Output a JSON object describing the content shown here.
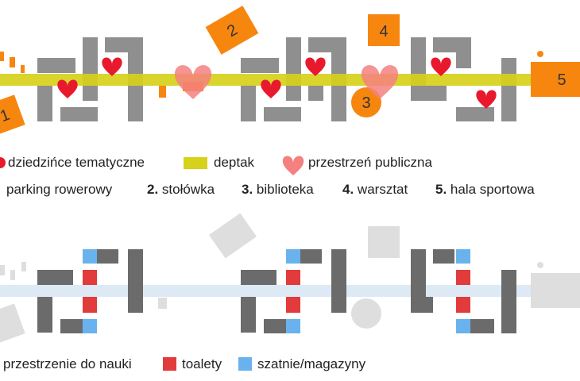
{
  "colors": {
    "building_gray": "#8f8f8f",
    "building_dark": "#6b6b6b",
    "heart_red": "#e8192c",
    "heart_pink": "#f48080",
    "orange": "#f7860f",
    "deptak": "#d6d11a",
    "toilet_red": "#e23b3b",
    "storage_blue": "#6ab2ee",
    "corridor_blue": "#dde9f5",
    "light_gray": "#dedede"
  },
  "map_labels": {
    "n1": "1",
    "n2": "2",
    "n3": "3",
    "n4": "4",
    "n5": "5"
  },
  "legend_top": {
    "courtyards": "dziedzińce tematyczne",
    "deptak": "deptak",
    "public_space": "przestrzeń publiczna"
  },
  "legend_numbers": [
    {
      "num": "",
      "label": "parking rowerowy"
    },
    {
      "num": "2.",
      "label": "stołówka"
    },
    {
      "num": "3.",
      "label": "biblioteka"
    },
    {
      "num": "4.",
      "label": "warsztat"
    },
    {
      "num": "5.",
      "label": "hala sportowa"
    }
  ],
  "legend_bottom": {
    "study": "przestrzenie do nauki",
    "toilets": "toalety",
    "storage": "szatnie/magazyny"
  }
}
